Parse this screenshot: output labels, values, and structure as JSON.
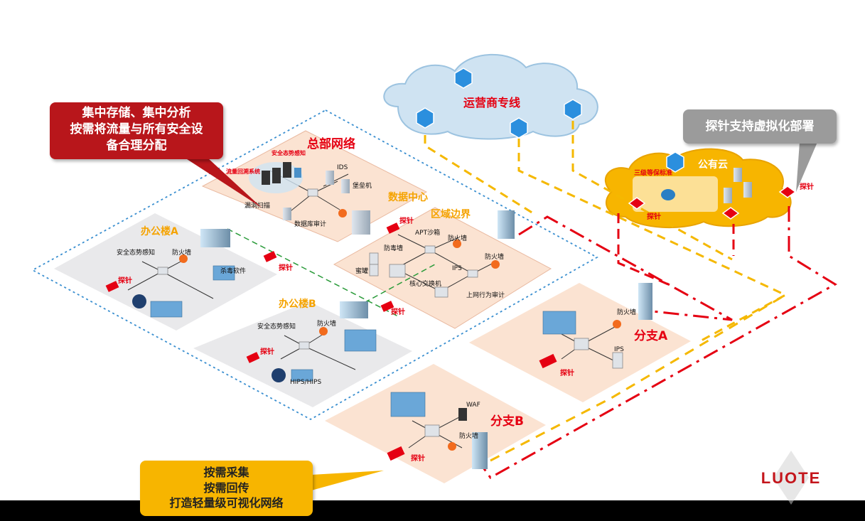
{
  "callouts": {
    "hq": [
      "集中存储、集中分析",
      "按需将流量与所有安全设",
      "备合理分配"
    ],
    "collect": [
      "按需采集",
      "按需回传",
      "打造轻量级可视化网络"
    ],
    "virtual": "探针支持虚拟化部署"
  },
  "cloud_carrier": {
    "label": "运营商专线"
  },
  "cloud_public": {
    "label": "公有云",
    "tag": "三级等保标准",
    "probe": "探针"
  },
  "hq": {
    "title": "总部网络",
    "flow_system": "流量回溯系统",
    "situation": "安全态势感知",
    "vuln_scan": "漏洞扫描",
    "ids": "IDS",
    "bastion": "堡垒机",
    "db_audit": "数据库审计"
  },
  "datacenter": {
    "title": "数据中心"
  },
  "border": {
    "title": "区域边界",
    "apt": "APT沙箱",
    "firewall1": "防火墙",
    "antivirus_wall": "防毒墙",
    "firewall2": "防火墙",
    "honeypot": "蜜罐",
    "ips": "IPS",
    "core_switch": "核心交换机",
    "web_audit": "上网行为审计"
  },
  "office_a": {
    "title": "办公楼A",
    "situation": "安全态势感知",
    "firewall": "防火墙",
    "antivirus": "杀毒软件",
    "probe": "探针"
  },
  "office_b": {
    "title": "办公楼B",
    "situation": "安全态势感知",
    "firewall": "防火墙",
    "probe": "探针",
    "hips": "HIPS/HIPS"
  },
  "branch_a": {
    "title": "分支A",
    "firewall": "防火墙",
    "ips": "IPS",
    "probe": "探针"
  },
  "branch_b": {
    "title": "分支B",
    "waf": "WAF",
    "firewall": "防火墙",
    "probe": "探针"
  },
  "probes": {
    "dc": "探针",
    "border": "探针",
    "cloud_right": "探针"
  },
  "logo": "LUOTE",
  "colors": {
    "red": "#e50012",
    "yellow": "#f5b800",
    "orange_zone": "#fbe3d2",
    "gray_zone": "#e9e9eb",
    "cloud_blue": "#cfe3f2",
    "cloud_orange": "#f7b500"
  }
}
